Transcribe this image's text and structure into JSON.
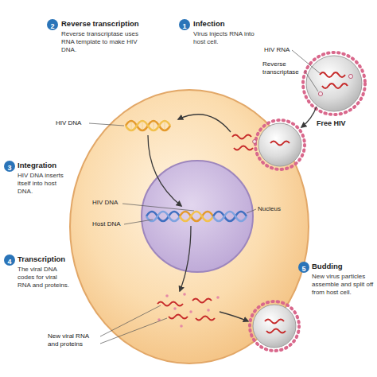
{
  "diagram": {
    "nodes": [
      {
        "text": [
          "2"
        ]
      },
      {
        "text": [
          "1"
        ]
      },
      {
        "text": [
          "3"
        ]
      },
      {
        "text": [
          "4"
        ]
      },
      {
        "text": [
          "5"
        ]
      }
    ],
    "labels": [
      "Reverse transcription",
      "Reverse transcriptase uses RNA template to make HIV DNA.",
      "Infection",
      "Virus injects RNA into host cell.",
      "HIV RNA",
      "Reverse transcriptase",
      "Free HIV",
      "HIV DNA",
      "Integration",
      "HIV DNA inserts itself into host DNA.",
      "HIV DNA",
      "Host DNA",
      "Nucleus",
      "Transcription",
      "The viral DNA codes for viral RNA and proteins.",
      "Budding",
      "New virus particles assemble and split off from host cell.",
      "New viral RNA and proteins"
    ]
  }
}
